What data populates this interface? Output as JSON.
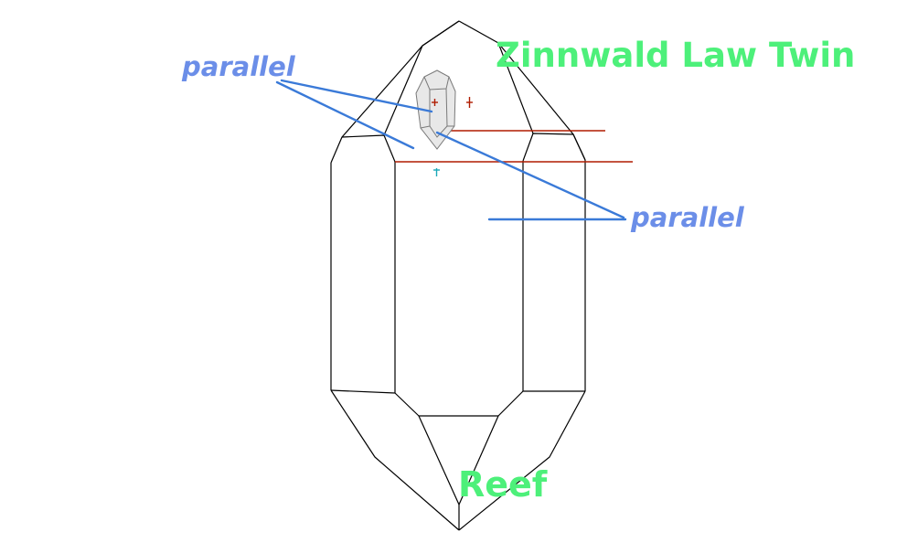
{
  "title": "Zinnwald Law Twin",
  "labels": {
    "parallel_left": "parallel",
    "parallel_right": "parallel",
    "reef": "Reef"
  },
  "colors": {
    "title": "#4df07a",
    "reef": "#4df07a",
    "parallel_text": "#6b8ee8",
    "pointer_line": "#3a7ad8",
    "parallel_line": "#b01c00",
    "outline": "#000000",
    "small_crystal_fill": "#e8e8e8",
    "small_crystal_stroke": "#7a7a7a",
    "marker_red": "#b01c00",
    "marker_cyan": "#1aa8b8"
  }
}
